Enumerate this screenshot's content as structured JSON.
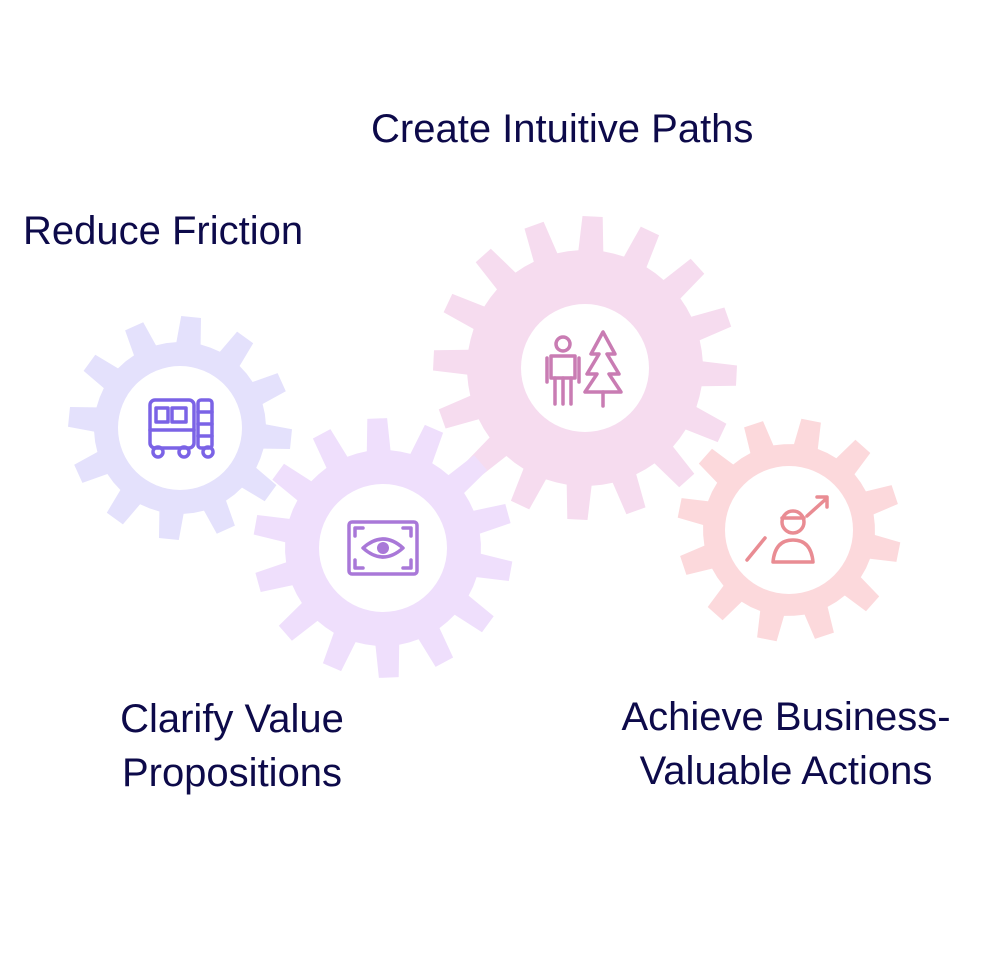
{
  "steps": [
    {
      "id": "reduce",
      "lines": [
        "Reduce Friction"
      ],
      "icon": "bus-icon",
      "gear_color": "#e4e1fc",
      "icon_color": "#7b63e6"
    },
    {
      "id": "create",
      "lines": [
        "Create Intuitive Paths"
      ],
      "icon": "hiker-tree-icon",
      "gear_color": "#f6dcef",
      "icon_color": "#c97cb3"
    },
    {
      "id": "clarify",
      "lines": [
        "Clarify Value",
        "Propositions"
      ],
      "icon": "eye-frame-icon",
      "gear_color": "#efdffc",
      "icon_color": "#a978d8"
    },
    {
      "id": "achieve",
      "lines": [
        "Achieve Business-",
        "Valuable Actions"
      ],
      "icon": "person-growth-icon",
      "gear_color": "#fcd9dc",
      "icon_color": "#e98c93"
    }
  ]
}
